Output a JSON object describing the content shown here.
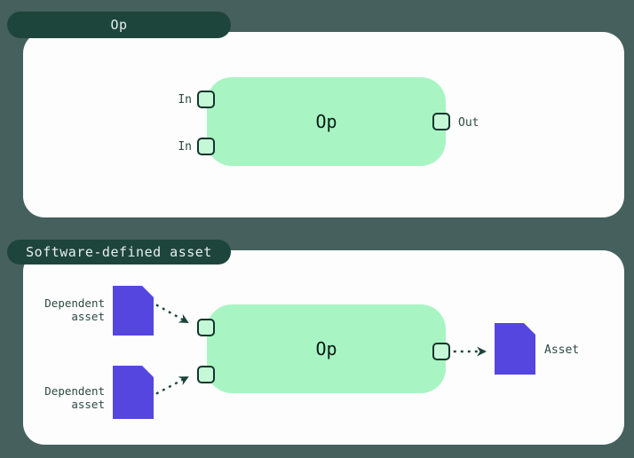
{
  "panels": [
    {
      "tab_label": "Op",
      "op_box_label": "Op",
      "input_labels": [
        "In",
        "In"
      ],
      "output_labels": [
        "Out"
      ]
    },
    {
      "tab_label": "Software-defined asset",
      "op_box_label": "Op",
      "dependent_asset_labels": [
        "Dependent asset",
        "Dependent asset"
      ],
      "asset_label": "Asset"
    }
  ],
  "icons": {
    "dependent_asset": "document-icon",
    "asset": "document-icon",
    "input_handle": "square-port-icon",
    "output_handle": "square-port-icon",
    "arrow": "dotted-arrow-icon"
  },
  "colors": {
    "page-bg": "#45605d",
    "tab-bg": "#1e453c",
    "tab-text": "#e7eeec",
    "panel-bg": "#fdfdfd",
    "op-box-bg": "#a8f5c3",
    "op-box-text": "#0b1b16",
    "handle-bg": "#c5f8d7",
    "handle-border": "#12352c",
    "asset-purple": "#5546df",
    "label-text": "#2c4a43",
    "arrow": "#1d453c"
  }
}
